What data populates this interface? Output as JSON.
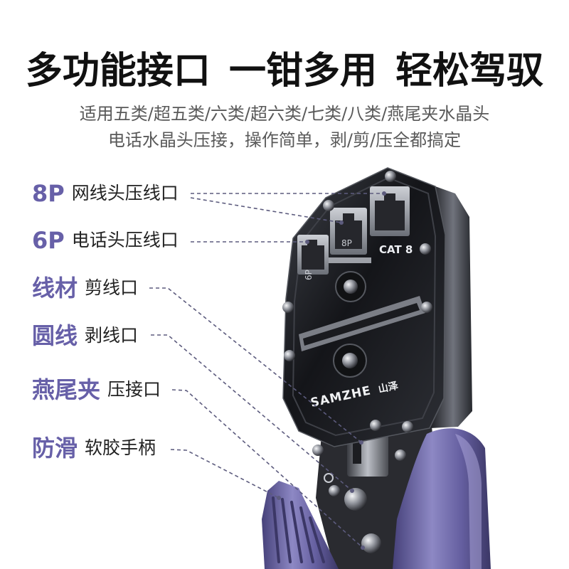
{
  "title": "多功能接口 一钳多用 轻松驾驭",
  "subtitle": [
    "适用五类/超五类/六类/超六类/七类/八类/燕尾夹水晶头",
    "电话水晶头压接，操作简单，剥/剪/压全都搞定"
  ],
  "callouts": [
    {
      "key": "8P",
      "desc": "网线头压线口"
    },
    {
      "key": "6P",
      "desc": "电话头压线口"
    },
    {
      "key": "线材",
      "desc": "剪线口"
    },
    {
      "key": "圆线",
      "desc": "剥线口"
    },
    {
      "key": "燕尾夹",
      "desc": "压接口"
    },
    {
      "key": "防滑",
      "desc": "软胶手柄"
    }
  ],
  "tool": {
    "port_labels": {
      "cat8": "CAT 8",
      "p8": "8P",
      "p6": "6P"
    },
    "brand_latin": "SAMZHE",
    "brand_cn": "山泽",
    "head_icon": "crimping-tool-head",
    "handle_icon": "soft-rubber-handle"
  },
  "colors": {
    "accent": "#6760a8",
    "title": "#111111",
    "subtitle": "#595959",
    "line": "#5d5c7e",
    "handle": "#7a74b4",
    "head": "#15161a"
  }
}
